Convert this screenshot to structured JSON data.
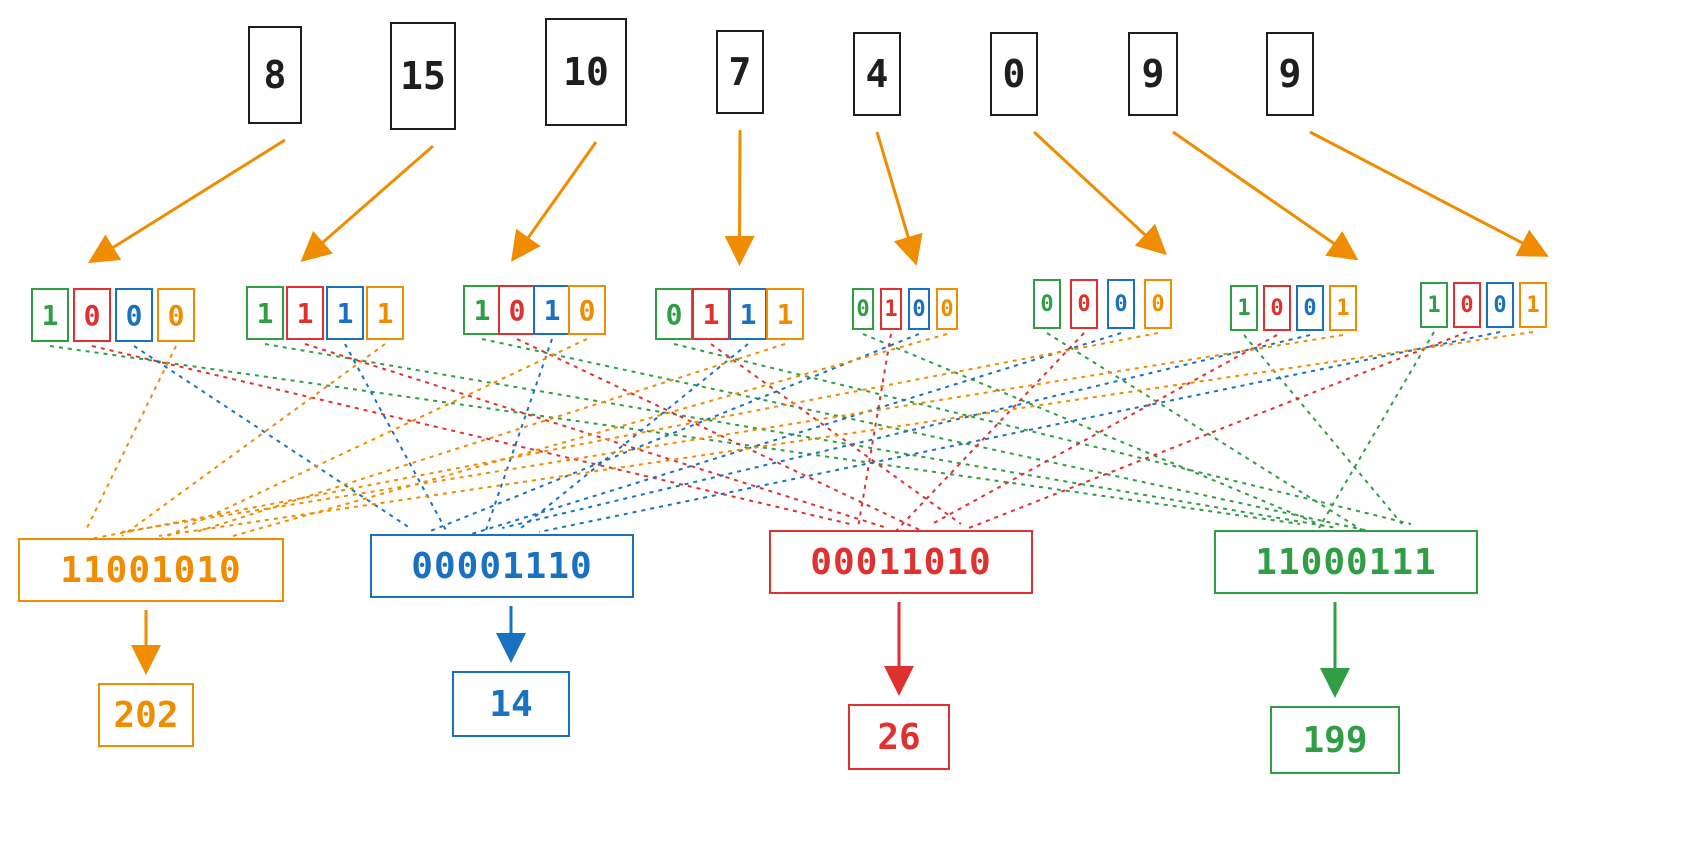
{
  "colors": {
    "orange": "#f08c00",
    "blue": "#1971c2",
    "red": "#e03131",
    "green": "#2f9e44",
    "ink": "#1e1e1e"
  },
  "inputs": [
    "8",
    "15",
    "10",
    "7",
    "4",
    "0",
    "9",
    "9"
  ],
  "bit_groups": [
    [
      "1",
      "0",
      "0",
      "0"
    ],
    [
      "1",
      "1",
      "1",
      "1"
    ],
    [
      "1",
      "0",
      "1",
      "0"
    ],
    [
      "0",
      "1",
      "1",
      "1"
    ],
    [
      "0",
      "1",
      "0",
      "0"
    ],
    [
      "0",
      "0",
      "0",
      "0"
    ],
    [
      "1",
      "0",
      "0",
      "1"
    ],
    [
      "1",
      "0",
      "0",
      "1"
    ]
  ],
  "bit_colors": [
    "green",
    "red",
    "blue",
    "orange"
  ],
  "results": [
    {
      "bits": "11001010",
      "value": "202",
      "color": "orange"
    },
    {
      "bits": "00001110",
      "value": "14",
      "color": "blue"
    },
    {
      "bits": "00011010",
      "value": "26",
      "color": "red"
    },
    {
      "bits": "11000111",
      "value": "199",
      "color": "green"
    }
  ]
}
